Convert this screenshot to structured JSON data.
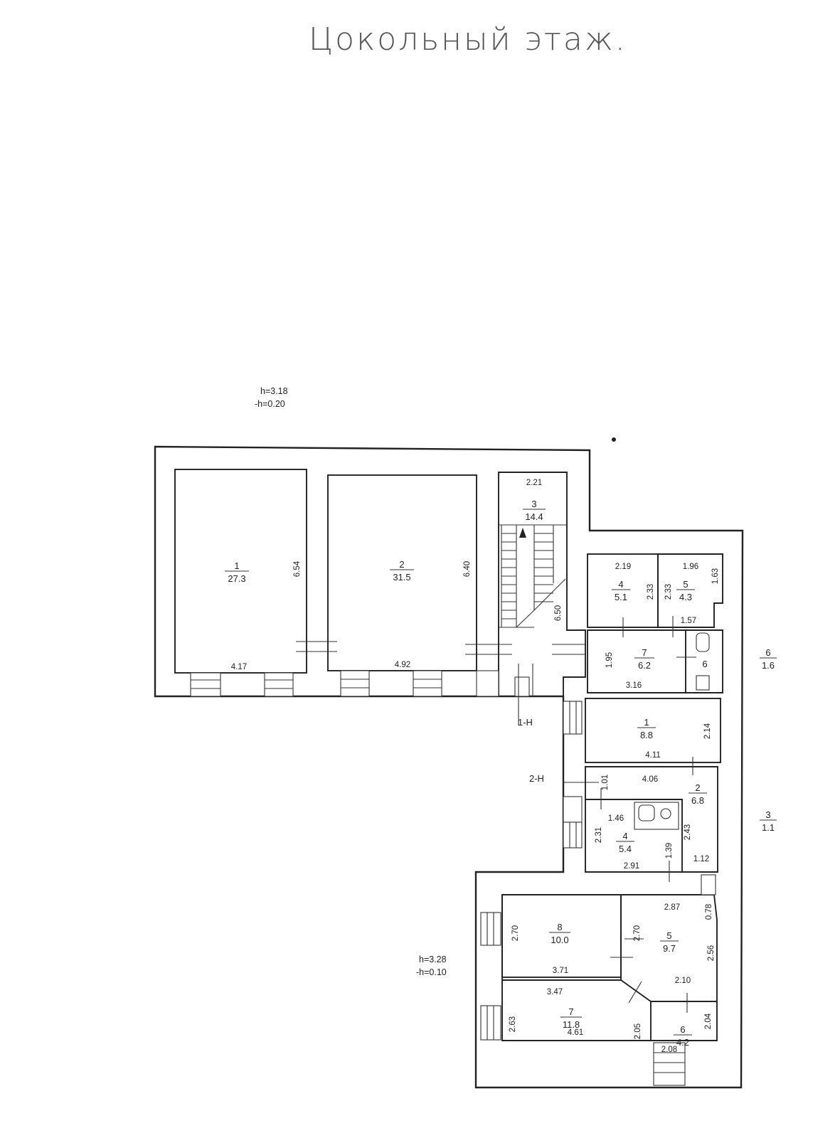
{
  "title": "Цокольный этаж.",
  "height_notes": [
    {
      "line1": "h=3.18",
      "line2": "-h=0.20"
    },
    {
      "line1": "h=3.28",
      "line2": "-h=0.10"
    }
  ],
  "rooms": [
    {
      "id": "r1",
      "number": "1",
      "area": "27.3"
    },
    {
      "id": "r2",
      "number": "2",
      "area": "31.5"
    },
    {
      "id": "r3",
      "number": "3",
      "area": "14.4"
    },
    {
      "id": "rA4",
      "number": "4",
      "area": "5.1"
    },
    {
      "id": "rA5",
      "number": "5",
      "area": "4.3"
    },
    {
      "id": "rA7",
      "number": "7",
      "area": "6.2"
    },
    {
      "id": "rA6",
      "number": "6",
      "area": ""
    },
    {
      "id": "rA6o",
      "number": "6",
      "area": "1.6"
    },
    {
      "id": "rB1",
      "number": "1",
      "area": "8.8"
    },
    {
      "id": "rB2",
      "number": "2",
      "area": "6.8"
    },
    {
      "id": "rB4",
      "number": "4",
      "area": "5.4"
    },
    {
      "id": "rB3o",
      "number": "3",
      "area": "1.1"
    },
    {
      "id": "rC8",
      "number": "8",
      "area": "10.0"
    },
    {
      "id": "rC5",
      "number": "5",
      "area": "9.7"
    },
    {
      "id": "rC7",
      "number": "7",
      "area": "11.8"
    },
    {
      "id": "rC6",
      "number": "6",
      "area": "4.2"
    }
  ],
  "dimensions": [
    {
      "id": "d1",
      "text": "6.54"
    },
    {
      "id": "d2",
      "text": "4.17"
    },
    {
      "id": "d3",
      "text": "6.40"
    },
    {
      "id": "d4",
      "text": "4.92"
    },
    {
      "id": "d5",
      "text": "2.21"
    },
    {
      "id": "d6",
      "text": "6.50"
    },
    {
      "id": "d7",
      "text": "2.19"
    },
    {
      "id": "d8",
      "text": "2.33"
    },
    {
      "id": "d9",
      "text": "2.33"
    },
    {
      "id": "d10",
      "text": "1.96"
    },
    {
      "id": "d11",
      "text": "1.63"
    },
    {
      "id": "d12",
      "text": "1.57"
    },
    {
      "id": "d13",
      "text": "1.95"
    },
    {
      "id": "d14",
      "text": "3.16"
    },
    {
      "id": "d15",
      "text": "2.14"
    },
    {
      "id": "d16",
      "text": "4.11"
    },
    {
      "id": "d17",
      "text": "4.06"
    },
    {
      "id": "d18",
      "text": "1.01"
    },
    {
      "id": "d19",
      "text": "1.46"
    },
    {
      "id": "d20",
      "text": "2.31"
    },
    {
      "id": "d21",
      "text": "2.91"
    },
    {
      "id": "d22",
      "text": "1.39"
    },
    {
      "id": "d23",
      "text": "2.43"
    },
    {
      "id": "d24",
      "text": "1.12"
    },
    {
      "id": "d25",
      "text": "0.78"
    },
    {
      "id": "d26",
      "text": "2.87"
    },
    {
      "id": "d27",
      "text": "2.70"
    },
    {
      "id": "d28",
      "text": "2.70"
    },
    {
      "id": "d29",
      "text": "2.56"
    },
    {
      "id": "d30",
      "text": "3.71"
    },
    {
      "id": "d31",
      "text": "2.10"
    },
    {
      "id": "d32",
      "text": "3.47"
    },
    {
      "id": "d33",
      "text": "2.63"
    },
    {
      "id": "d34",
      "text": "2.05"
    },
    {
      "id": "d35",
      "text": "4.61"
    },
    {
      "id": "d36",
      "text": "2.04"
    },
    {
      "id": "d37",
      "text": "2.08"
    }
  ],
  "entrance_labels": [
    {
      "id": "e1",
      "text": "1-Н"
    },
    {
      "id": "e2",
      "text": "2-Н"
    }
  ]
}
